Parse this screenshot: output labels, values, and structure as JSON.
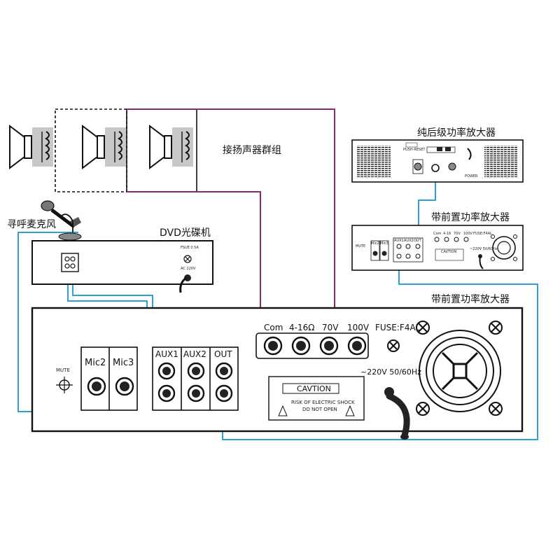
{
  "labels": {
    "speaker_group": "接扬声器群组",
    "paging_mic": "寻呼麦克风",
    "dvd_player": "DVD光碟机",
    "power_amp": "纯后级功率放大器",
    "pre_amp_small": "带前置功率放大器",
    "pre_amp_main": "带前置功率放大器"
  },
  "dvd": {
    "fuse": "FSUE 0.5A",
    "ac": "AC 220V"
  },
  "main_amp": {
    "mute": "MUTE",
    "mic2": "Mic2",
    "mic3": "Mic3",
    "aux1": "AUX1",
    "aux2": "AUX2",
    "out": "OUT",
    "com": "Com",
    "ohm": "4-16Ω",
    "v70": "70V",
    "v100": "100V",
    "fuse": "FUSE:F4AL",
    "power": "~220V  50/60Hz",
    "caution": "CAVTION",
    "risk": "RISK OF ELECTRIC SHOCK",
    "dont_open": "DO NOT OPEN"
  },
  "small_amp": {
    "mute": "MUTE",
    "mic2": "Mic2",
    "mic3": "Mic3",
    "aux1": "AUX1",
    "aux2": "AUX2",
    "out": "OUT",
    "com": "Com",
    "ohm": "4-16",
    "v70": "70V",
    "v100": "100V",
    "fuse": "FUSE:F4AL",
    "power": "~220V 50/60Hz",
    "caution": "CAVTION"
  },
  "power_amp_panel": {
    "left_label": "PUSH-RESET",
    "right_label": "POWER"
  },
  "colors": {
    "speaker_wire": "#8b2a6b",
    "signal_wire": "#2f9fd8",
    "outline": "#111111"
  }
}
